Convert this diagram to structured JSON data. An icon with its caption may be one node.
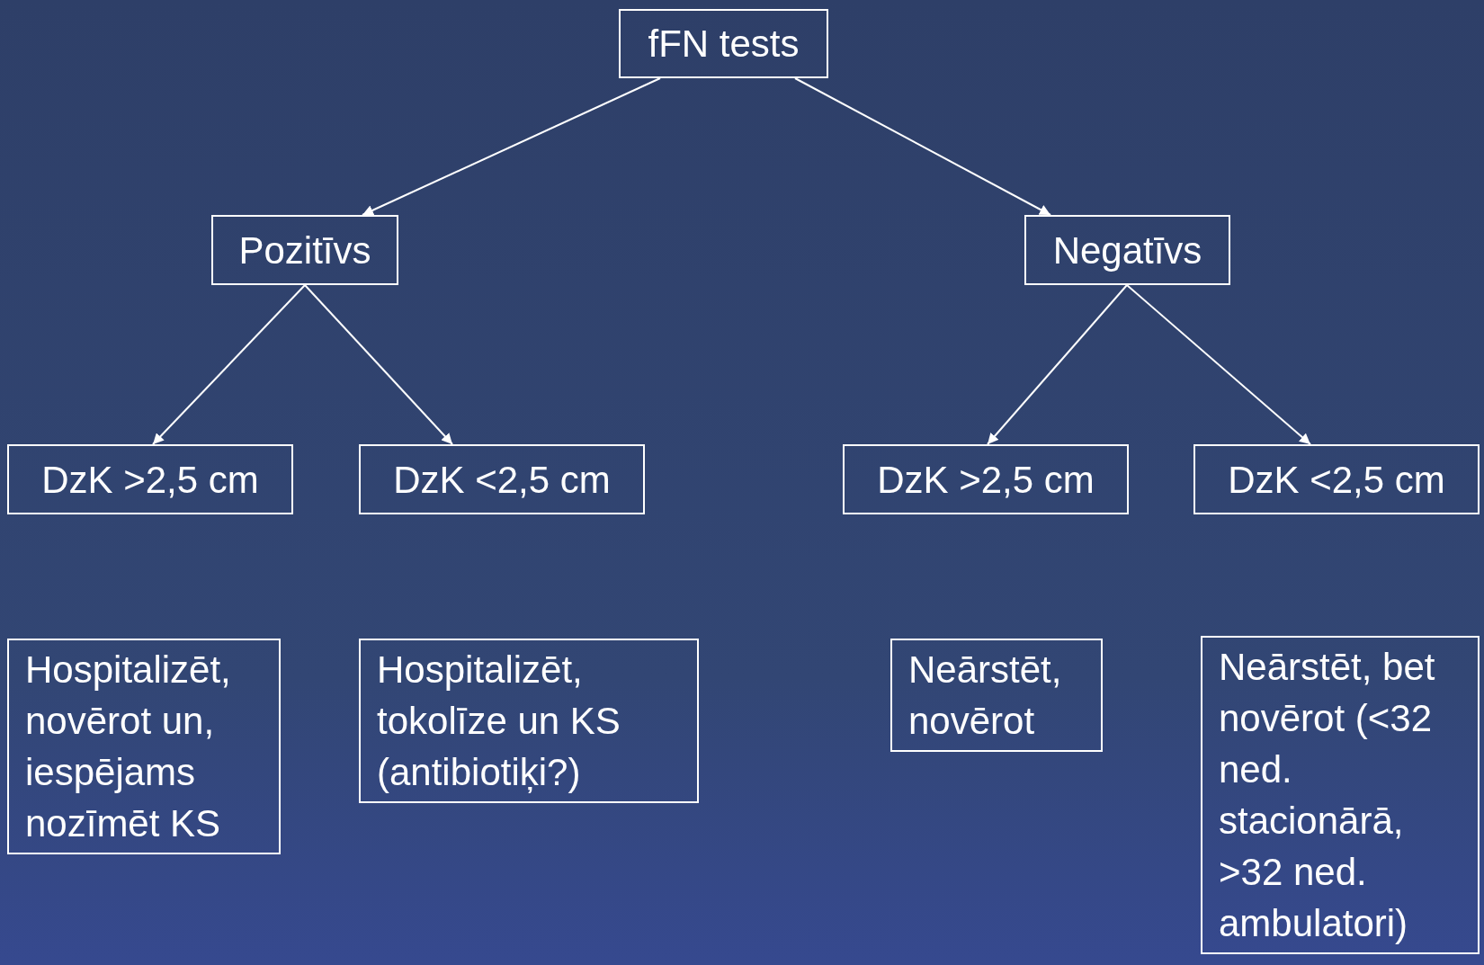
{
  "diagram": {
    "nodes": [
      {
        "text": [
          "fFN tests"
        ]
      },
      {
        "text": [
          "Pozitīvs"
        ]
      },
      {
        "text": [
          "Negatīvs"
        ]
      },
      {
        "text": [
          "DzK >2,5 cm"
        ]
      },
      {
        "text": [
          "DzK <2,5 cm"
        ]
      },
      {
        "text": [
          "DzK >2,5 cm"
        ]
      },
      {
        "text": [
          "DzK <2,5 cm"
        ]
      },
      {
        "text": [
          "Hospitalizēt, novērot un, iespējams nozīmēt KS"
        ]
      },
      {
        "text": [
          "Hospitalizēt, tokolīze un KS (antibiotiķi?)"
        ]
      },
      {
        "text": [
          "Neārstēt, novērot"
        ]
      },
      {
        "text": [
          "Neārstēt, bet novērot (<32 ned. stacionārā, >32 ned. ambulatori)"
        ]
      }
    ],
    "edges": [
      {
        "from": 0,
        "to": 1,
        "arrow": "to"
      },
      {
        "from": 0,
        "to": 2,
        "arrow": "to"
      },
      {
        "from": 1,
        "to": 3,
        "arrow": "to"
      },
      {
        "from": 1,
        "to": 4,
        "arrow": "to"
      },
      {
        "from": 2,
        "to": 5,
        "arrow": "to"
      },
      {
        "from": 2,
        "to": 6,
        "arrow": "to"
      }
    ]
  }
}
